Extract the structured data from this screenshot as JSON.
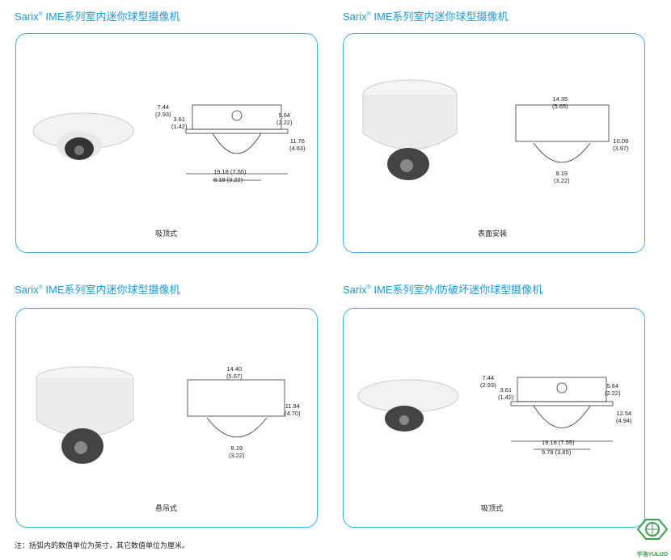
{
  "panels": [
    {
      "title_brand": "Sarix",
      "title_mark": "®",
      "title_rest": " IME系列室内迷你球型摄像机",
      "caption": "吸顶式",
      "dims": [
        "7.44",
        "(2.93)",
        "3.61",
        "(1.42)",
        "5.64",
        "(2.22)",
        "11.76",
        "(4.63)",
        "19.18 (7.55)",
        "8.18 (3.22)"
      ]
    },
    {
      "title_brand": "Sarix",
      "title_mark": "®",
      "title_rest": " IME系列室内迷你球型摄像机",
      "caption": "表面安装",
      "dims": [
        "14.35",
        "(5.65)",
        "10.09",
        "(3.97)",
        "8.19",
        "(3.22)"
      ]
    },
    {
      "title_brand": "Sarix",
      "title_mark": "®",
      "title_rest": " IME系列室内迷你球型摄像机",
      "caption": "悬吊式",
      "dims": [
        "14.40",
        "(5.67)",
        "11.94",
        "(4.70)",
        "8.19",
        "(3.22)"
      ]
    },
    {
      "title_brand": "Sarix",
      "title_mark": "®",
      "title_rest": " IME系列室外/防破坏迷你球型摄像机",
      "caption": "吸顶式",
      "dims": [
        "7.44",
        "(2.93)",
        "3.61",
        "(1.42)",
        "5.64",
        "(2.22)",
        "12.54",
        "(4.94)",
        "19.18 (7.55)",
        "9.78 (3.85)"
      ]
    }
  ],
  "note": "注：括弧内的数值单位为英寸，其它数值单位为厘米。",
  "logo": {
    "text": "宇洛YULUO",
    "color": "#3aa04a"
  },
  "accent": "#1a9ad6"
}
